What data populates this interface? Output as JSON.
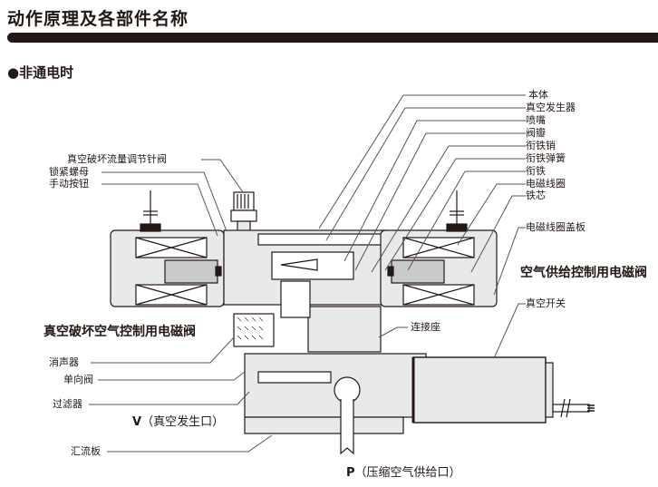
{
  "header": {
    "title": "动作原理及各部件名称",
    "subtitle": "●非通电时"
  },
  "diagram": {
    "callouts_right": [
      {
        "id": "body",
        "label": "本体"
      },
      {
        "id": "vacuum-generator",
        "label": "真空发生器"
      },
      {
        "id": "nozzle",
        "label": "喷嘴"
      },
      {
        "id": "valve-flap",
        "label": "阀瓣"
      },
      {
        "id": "armature-pin",
        "label": "衔铁销"
      },
      {
        "id": "armature-spring",
        "label": "衔铁弹簧"
      },
      {
        "id": "armature",
        "label": "衔铁"
      },
      {
        "id": "solenoid-coil",
        "label": "电磁线圈"
      },
      {
        "id": "iron-core",
        "label": "铁芯"
      },
      {
        "id": "coil-cover",
        "label": "电磁线圈盖板"
      },
      {
        "id": "vacuum-switch",
        "label": "真空开关"
      }
    ],
    "callouts_left": [
      {
        "id": "break-needle-valve",
        "label": "真空破坏流量调节针阀"
      },
      {
        "id": "lock-nut",
        "label": "锁紧螺母"
      },
      {
        "id": "manual-button",
        "label": "手动按钮"
      },
      {
        "id": "silencer",
        "label": "消声器"
      },
      {
        "id": "check-valve",
        "label": "单向阀"
      },
      {
        "id": "filter",
        "label": "过滤器"
      },
      {
        "id": "manifold",
        "label": "汇流板"
      }
    ],
    "callout_connector": "连接座",
    "section_labels": {
      "supply_valve": "空气供给控制用电磁阀",
      "break_valve": "真空破坏空气控制用电磁阀"
    },
    "ports": {
      "vacuum_letter": "V",
      "vacuum_text": "（真空发生口）",
      "pressure_letter": "P",
      "pressure_text": "（压缩空气供给口）"
    },
    "colors": {
      "ink": "#231815",
      "fill": "#e8e9e9",
      "core": "#c9caca",
      "leader": "#555555"
    }
  }
}
